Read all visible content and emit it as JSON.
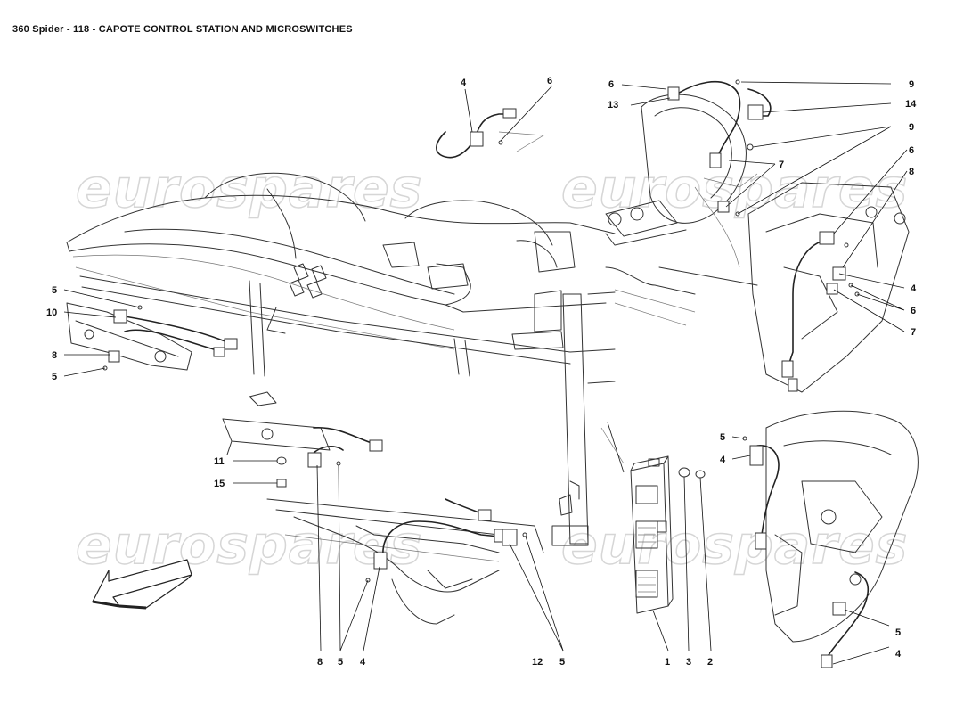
{
  "header": {
    "title": "360 Spider - 118 - CAPOTE CONTROL STATION AND MICROSWITCHES"
  },
  "watermarks": [
    "eurospares",
    "eurospares",
    "eurospares",
    "eurospares"
  ],
  "callouts": [
    {
      "id": "c1",
      "label": "4"
    },
    {
      "id": "c2",
      "label": "6"
    },
    {
      "id": "c3",
      "label": "6"
    },
    {
      "id": "c4",
      "label": "13"
    },
    {
      "id": "c5",
      "label": "9"
    },
    {
      "id": "c6",
      "label": "14"
    },
    {
      "id": "c7",
      "label": "9"
    },
    {
      "id": "c8",
      "label": "7"
    },
    {
      "id": "c9",
      "label": "6"
    },
    {
      "id": "c10",
      "label": "8"
    },
    {
      "id": "c11",
      "label": "4"
    },
    {
      "id": "c12",
      "label": "6"
    },
    {
      "id": "c13",
      "label": "7"
    },
    {
      "id": "c14",
      "label": "5"
    },
    {
      "id": "c15",
      "label": "10"
    },
    {
      "id": "c16",
      "label": "8"
    },
    {
      "id": "c17",
      "label": "5"
    },
    {
      "id": "c18",
      "label": "11"
    },
    {
      "id": "c19",
      "label": "15"
    },
    {
      "id": "c20",
      "label": "5"
    },
    {
      "id": "c21",
      "label": "4"
    },
    {
      "id": "c22",
      "label": "8"
    },
    {
      "id": "c23",
      "label": "5"
    },
    {
      "id": "c24",
      "label": "4"
    },
    {
      "id": "c25",
      "label": "12"
    },
    {
      "id": "c26",
      "label": "5"
    },
    {
      "id": "c27",
      "label": "1"
    },
    {
      "id": "c28",
      "label": "3"
    },
    {
      "id": "c29",
      "label": "2"
    },
    {
      "id": "c30",
      "label": "5"
    },
    {
      "id": "c31",
      "label": "4"
    }
  ]
}
